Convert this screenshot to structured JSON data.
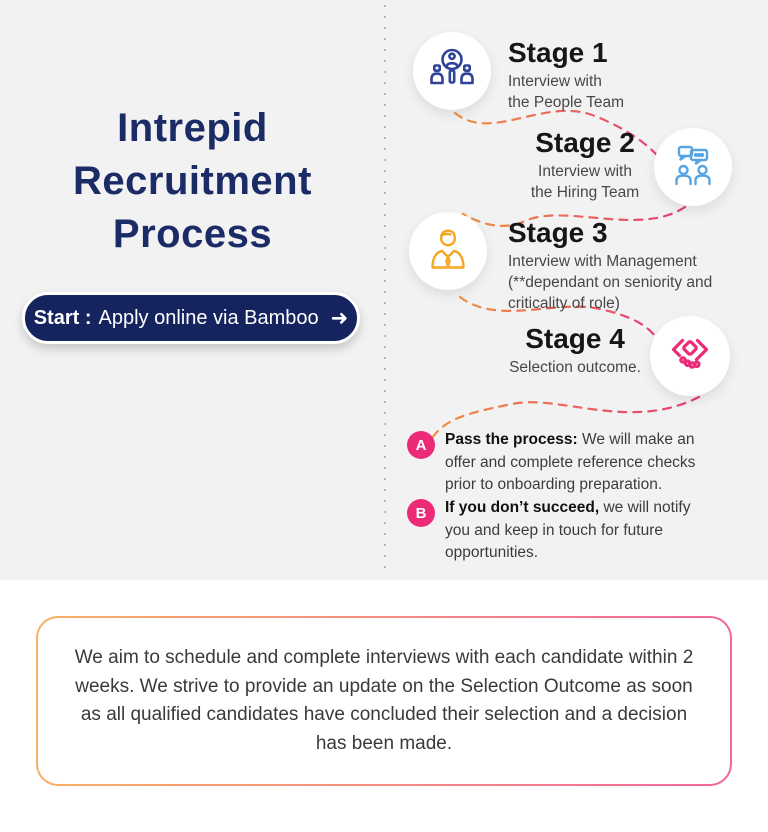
{
  "title_lines": [
    "Intrepid",
    "Recruitment",
    "Process"
  ],
  "start_button": {
    "label_bold": "Start :",
    "label_rest": "Apply online via Bamboo",
    "arrow": "➜"
  },
  "stages": [
    {
      "name": "Stage 1",
      "description_lines": [
        "Interview with",
        "the People Team"
      ],
      "icon": "people-search-icon",
      "icon_color": "#30439A"
    },
    {
      "name": "Stage 2",
      "description_lines": [
        "Interview with",
        "the Hiring Team"
      ],
      "icon": "chat-people-icon",
      "icon_color": "#55A4E3"
    },
    {
      "name": "Stage 3",
      "description_lines": [
        "Interview with Management",
        "(**dependant on seniority and",
        "criticality of role)"
      ],
      "icon": "manager-icon",
      "icon_color": "#F5A623"
    },
    {
      "name": "Stage 4",
      "description_lines": [
        "Selection outcome."
      ],
      "icon": "handshake-icon",
      "icon_color": "#EC2A77"
    }
  ],
  "outcomes": [
    {
      "badge": "A",
      "lead": "Pass the process:",
      "text": " We will make an offer and complete reference checks prior to onboarding preparation."
    },
    {
      "badge": "B",
      "lead": "If you don’t succeed,",
      "text": " we will notify you and keep in touch for future opportunities."
    }
  ],
  "footer_note": "We aim to schedule and complete interviews with each candidate within 2 weeks. We strive to provide an update on the Selection Outcome as soon as all qualified candidates have concluded their selection and a decision has been made.",
  "colors": {
    "background_gray": "#F2F2F3",
    "title_navy": "#1B2B66",
    "button_navy": "#15245E",
    "stage1_navy": "#30439A",
    "stage2_blue": "#55A4E3",
    "stage3_orange": "#F5A623",
    "stage4_pink": "#EC2A77",
    "connector_orange": "#F0913F",
    "connector_pink": "#E73D77"
  }
}
